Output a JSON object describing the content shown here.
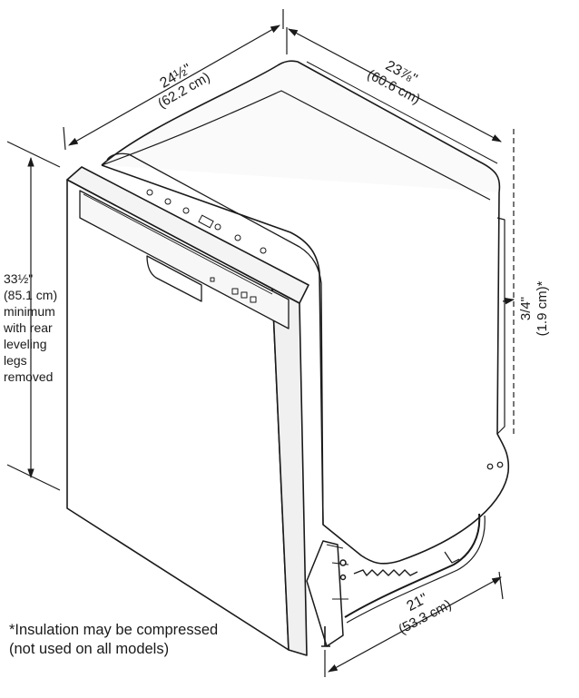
{
  "dimensions": {
    "width": {
      "imperial": "24½\"",
      "metric": "(62.2 cm)"
    },
    "depth_top": {
      "imperial": "23⅞\"",
      "metric": "(60.6 cm)"
    },
    "height": {
      "imperial": "33½\"",
      "metric": "(85.1 cm)",
      "lines": [
        "minimum",
        "with rear",
        "leveling",
        "legs",
        "removed"
      ]
    },
    "clearance": {
      "imperial": "3/4\"",
      "metric": "(1.9 cm)*"
    },
    "depth_bottom": {
      "imperial": "21\"",
      "metric": "(53.3 cm)"
    }
  },
  "footnote": {
    "line1": "*Insulation may be compressed",
    "line2": "(not used on all models)"
  }
}
